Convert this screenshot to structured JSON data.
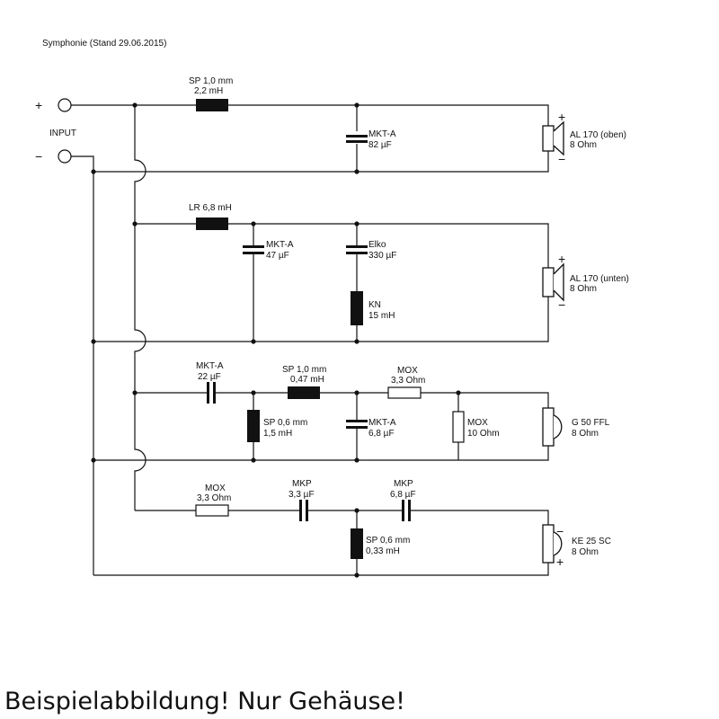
{
  "title": "Symphonie (Stand 29.06.2015)",
  "input": {
    "label": "INPUT",
    "plus": "+",
    "minus": "−"
  },
  "footer": "Beispielabbildung! Nur Gehäuse!",
  "components": {
    "sp1": {
      "name": "SP 1,0 mm",
      "value": "2,2 mH"
    },
    "c1": {
      "name": "MKT-A",
      "value": "82 µF"
    },
    "spk1": {
      "name": "AL 170 (oben)",
      "value": "8 Ohm"
    },
    "lr1": {
      "name": "LR 6,8 mH"
    },
    "c2": {
      "name": "MKT-A",
      "value": "47 µF"
    },
    "c3": {
      "name": "Elko",
      "value": "330 µF"
    },
    "kn": {
      "name": "KN",
      "value": "15 mH"
    },
    "spk2": {
      "name": "AL 170 (unten)",
      "value": "8 Ohm"
    },
    "c4": {
      "name": "MKT-A",
      "value": "22 µF"
    },
    "sp2": {
      "name": "SP 1,0 mm",
      "value": "0,47 mH"
    },
    "mox1": {
      "name": "MOX",
      "value": "3,3 Ohm"
    },
    "sp3": {
      "name": "SP 0,6 mm",
      "value": "1,5 mH"
    },
    "c5": {
      "name": "MKT-A",
      "value": "6,8 µF"
    },
    "mox2": {
      "name": "MOX",
      "value": "10 Ohm"
    },
    "spk3": {
      "name": "G 50 FFL",
      "value": "8 Ohm"
    },
    "mox3": {
      "name": "MOX",
      "value": "3,3 Ohm"
    },
    "c6": {
      "name": "MKP",
      "value": "3,3 µF"
    },
    "c7": {
      "name": "MKP",
      "value": "6,8 µF"
    },
    "sp4": {
      "name": "SP 0,6 mm",
      "value": "0,33 mH"
    },
    "spk4": {
      "name": "KE 25 SC",
      "value": "8 Ohm"
    }
  },
  "speaker_polarity": {
    "plus": "+",
    "minus": "−"
  }
}
